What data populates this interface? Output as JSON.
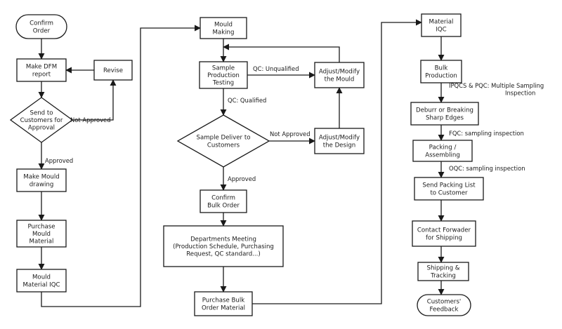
{
  "nodes": {
    "confirm_order": [
      "Confirm",
      "Order"
    ],
    "make_dfm_report": [
      "Make DFM",
      "report"
    ],
    "revise": [
      "Revise"
    ],
    "send_to_customers": [
      "Send to",
      "Customers for",
      "Approval"
    ],
    "make_mould_drawing": [
      "Make Mould",
      "drawing"
    ],
    "purchase_mould_material": [
      "Purchase",
      "Mould",
      "Material"
    ],
    "mould_material_iqc": [
      "Mould",
      "Material IQC"
    ],
    "mould_making": [
      "Mould",
      "Making"
    ],
    "sample_production_testing": [
      "Sample",
      "Production",
      "Testing"
    ],
    "adjust_mould": [
      "Adjust/Modify",
      "the Mould"
    ],
    "sample_deliver": [
      "Sample Deliver to",
      "Customers"
    ],
    "adjust_design": [
      "Adjust/Modify",
      "the Design"
    ],
    "confirm_bulk_order": [
      "Confirm",
      "Bulk Order"
    ],
    "departments_meeting": [
      "Departments Meeting",
      "(Production Schedule, Purchasing",
      "Request, QC standard...)"
    ],
    "purchase_bulk_order_material": [
      "Purchase Bulk",
      "Order Material"
    ],
    "material_iqc": [
      "Material",
      "IQC"
    ],
    "bulk_production": [
      "Bulk",
      "Production"
    ],
    "deburr": [
      "Deburr or Breaking",
      "Sharp Edges"
    ],
    "packing_assembling": [
      "Packing /",
      "Assembling"
    ],
    "send_packing_list": [
      "Send Packing List",
      "to Customer"
    ],
    "contact_forwader": [
      "Contact Forwader",
      "for Shipping"
    ],
    "shipping_tracking": [
      "Shipping &",
      "Tracking"
    ],
    "customers_feedback": [
      "Customers'",
      "Feedback"
    ]
  },
  "edge_labels": {
    "not_approved_left": "Not Approved",
    "approved_left": "Approved",
    "qc_unqualified": "QC: Unqualified",
    "qc_qualified": "QC: Qualified",
    "not_approved_middle": "Not Approved",
    "approved_middle": "Approved",
    "ipqcs_pqc": [
      "IPQCS & PQC: Multiple Sampling",
      "Inspection"
    ],
    "fqc": "FQC: sampling inspection",
    "oqc": "OQC: sampling inspection"
  }
}
